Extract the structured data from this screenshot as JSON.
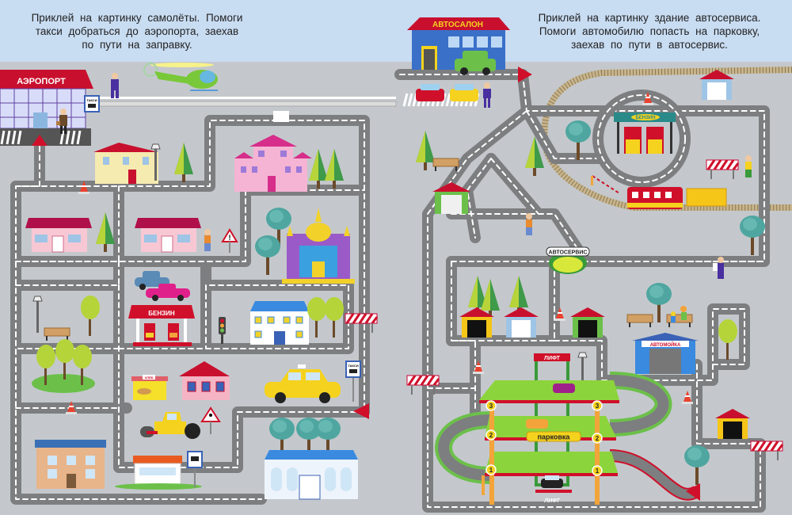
{
  "left_page": {
    "instructions": [
      "Приклей на картинку самолёты. Помоги",
      "такси добраться до аэропорта, заехав",
      "по пути на заправку."
    ],
    "airport_sign": "АЭРОПОРТ",
    "taxi_sign": "ТАКСИ",
    "gas_station_sign": "БЕНЗИН",
    "bakery_sign": "ХЛЕБ",
    "taxi_stop_sign": "ТАКСИ"
  },
  "right_page": {
    "instructions": [
      "Приклей на картинку здание автосервиса.",
      "Помоги автомобилю попасть на парковку,",
      "заехав по пути в автосервис."
    ],
    "car_dealer_sign": "АВТОСАЛОН",
    "car_service_label": "АВТОСЕРВИС",
    "gas_station_sign": "БЕНЗИН",
    "car_wash_sign": "АВТОМОЙКА",
    "elevator_sign_top": "ЛИФТ",
    "elevator_sign_bottom": "ЛИФТ",
    "parking_label": "парковка",
    "parking_levels": [
      "3",
      "2",
      "1"
    ]
  },
  "colors": {
    "road": "#7d7e80",
    "road_marking": "#ffffff",
    "ground": "#c4c8cc",
    "sky": "#c8dcf2",
    "arrow_red": "#d0102a",
    "parking_green": "#8cd43c",
    "pillar_orange": "#f2a43a"
  }
}
